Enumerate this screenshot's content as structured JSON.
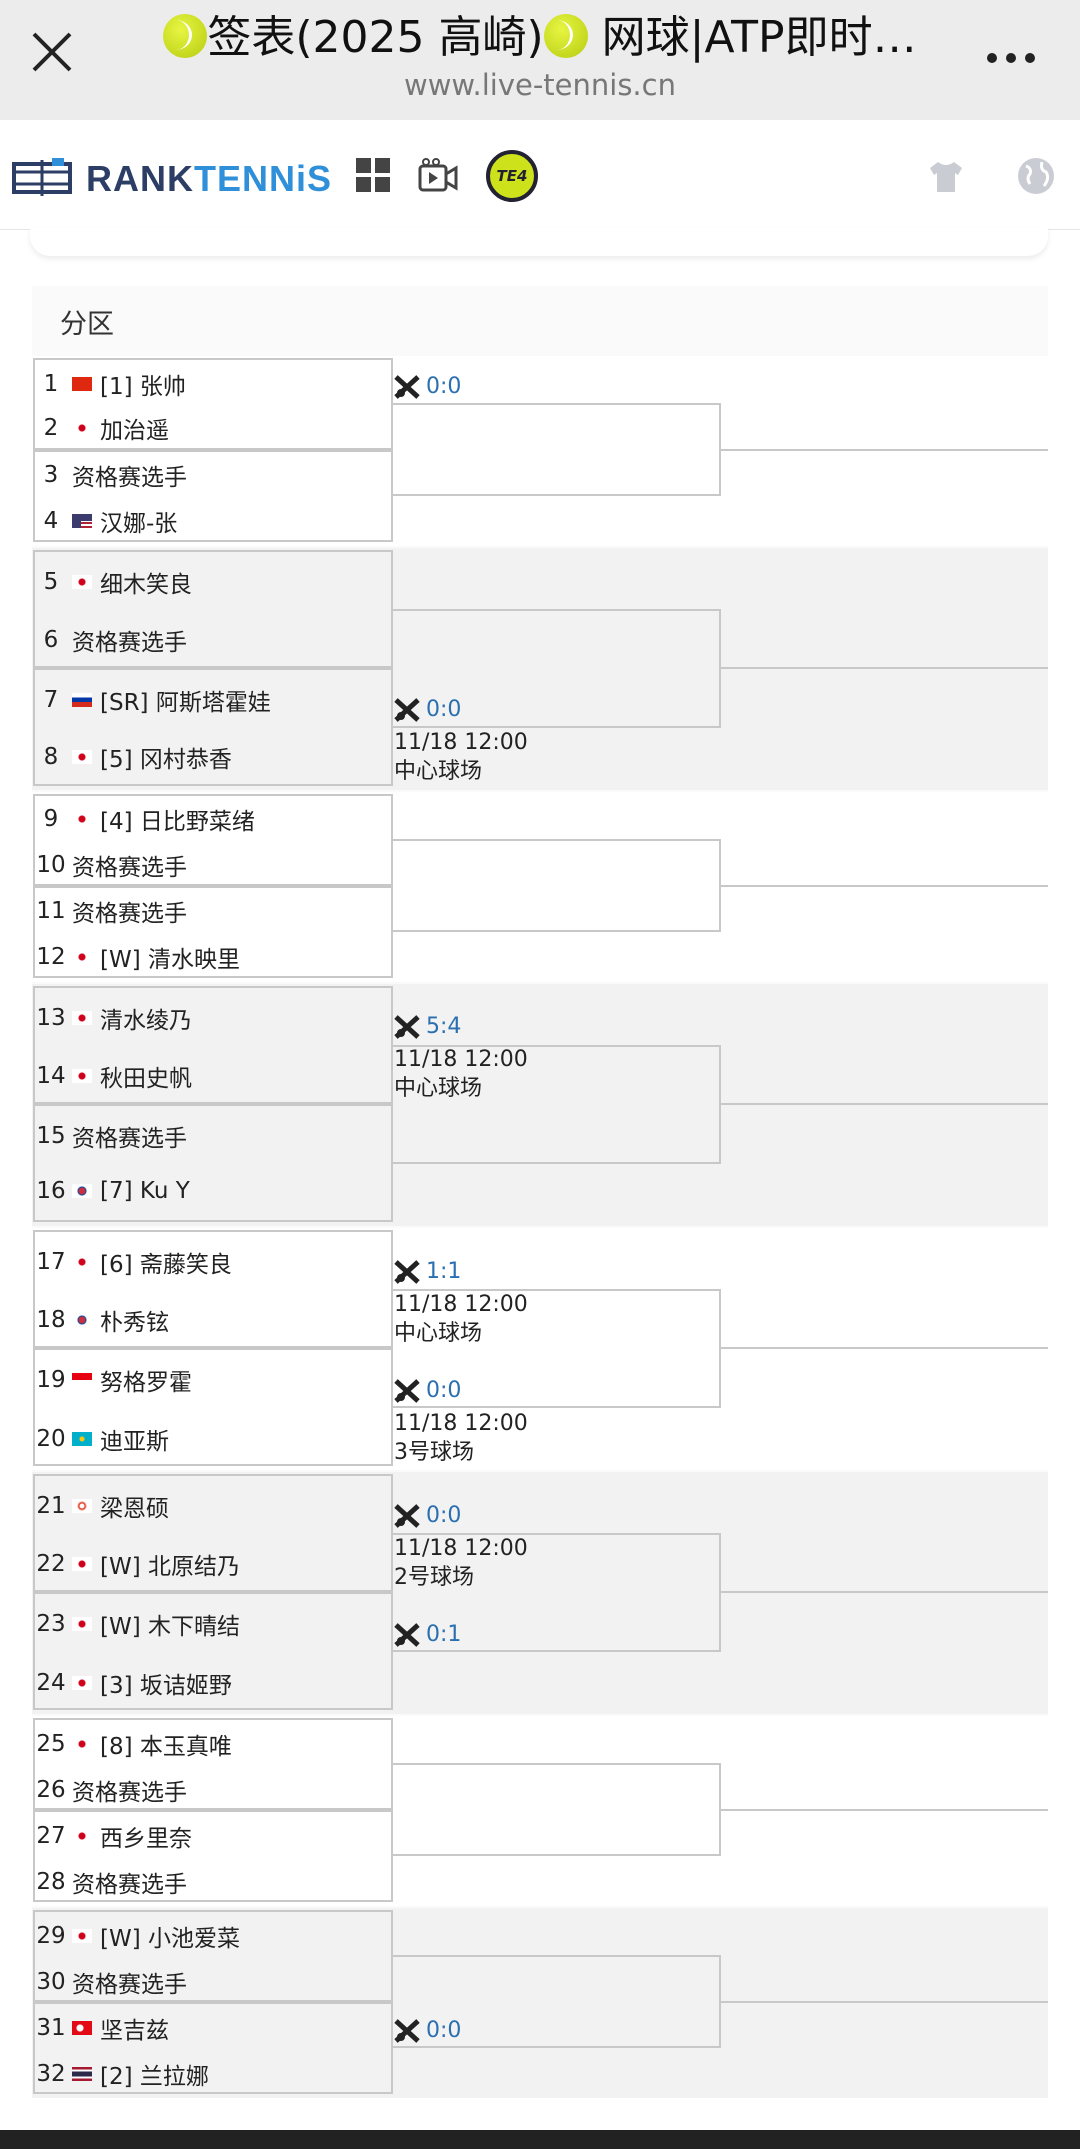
{
  "browser": {
    "title_prefix": "签表(2025 高崎)",
    "title_mid": " 网球|ATP即时…",
    "url": "www.live-tennis.cn",
    "close_icon": "close-icon",
    "more_icon": "more-icon"
  },
  "site": {
    "logo_part1": "RANK",
    "logo_part2": "TENNiS",
    "te4_label": "TE4",
    "accent": "#2f8fd8",
    "logo_dark": "#2d3e66"
  },
  "section": {
    "title": "分区"
  },
  "players": [
    {
      "num": "1",
      "flag": "cn",
      "name": "[1] 张帅"
    },
    {
      "num": "2",
      "flag": "jp",
      "name": "加治遥"
    },
    {
      "num": "3",
      "flag": "",
      "name": "资格赛选手"
    },
    {
      "num": "4",
      "flag": "us",
      "name": "汉娜-张"
    },
    {
      "num": "5",
      "flag": "jp",
      "name": "细木笑良"
    },
    {
      "num": "6",
      "flag": "",
      "name": "资格赛选手"
    },
    {
      "num": "7",
      "flag": "ru",
      "name": "[SR] 阿斯塔霍娃"
    },
    {
      "num": "8",
      "flag": "jp",
      "name": "[5] 冈村恭香"
    },
    {
      "num": "9",
      "flag": "jp",
      "name": "[4] 日比野菜绪"
    },
    {
      "num": "10",
      "flag": "",
      "name": "资格赛选手"
    },
    {
      "num": "11",
      "flag": "",
      "name": "资格赛选手"
    },
    {
      "num": "12",
      "flag": "jp",
      "name": "[W] 清水映里"
    },
    {
      "num": "13",
      "flag": "jp",
      "name": "清水绫乃"
    },
    {
      "num": "14",
      "flag": "jp",
      "name": "秋田史帆"
    },
    {
      "num": "15",
      "flag": "",
      "name": "资格赛选手"
    },
    {
      "num": "16",
      "flag": "kr",
      "name": "[7] Ku Y"
    },
    {
      "num": "17",
      "flag": "jp",
      "name": "[6] 斋藤笑良"
    },
    {
      "num": "18",
      "flag": "kr",
      "name": "朴秀铉"
    },
    {
      "num": "19",
      "flag": "id",
      "name": "努格罗霍"
    },
    {
      "num": "20",
      "flag": "kz",
      "name": "迪亚斯"
    },
    {
      "num": "21",
      "flag": "hk",
      "name": "梁恩硕"
    },
    {
      "num": "22",
      "flag": "jp",
      "name": "[W] 北原结乃"
    },
    {
      "num": "23",
      "flag": "jp",
      "name": "[W] 木下晴结"
    },
    {
      "num": "24",
      "flag": "jp",
      "name": "[3] 坂诘姬野"
    },
    {
      "num": "25",
      "flag": "jp",
      "name": "[8] 本玉真唯"
    },
    {
      "num": "26",
      "flag": "",
      "name": "资格赛选手"
    },
    {
      "num": "27",
      "flag": "jp",
      "name": "西乡里奈"
    },
    {
      "num": "28",
      "flag": "",
      "name": "资格赛选手"
    },
    {
      "num": "29",
      "flag": "jp",
      "name": "[W] 小池爱菜"
    },
    {
      "num": "30",
      "flag": "",
      "name": "资格赛选手"
    },
    {
      "num": "31",
      "flag": "tr",
      "name": "坚吉兹"
    },
    {
      "num": "32",
      "flag": "th",
      "name": "[2] 兰拉娜"
    }
  ],
  "matches": [
    {
      "score": "0:0"
    },
    {
      "score": "0:0",
      "time": "11/18 12:00",
      "court": "中心球场"
    },
    {
      "score": "5:4",
      "time": "11/18 12:00",
      "court": "中心球场"
    },
    {
      "score": "1:1",
      "time": "11/18 12:00",
      "court": "中心球场"
    },
    {
      "score": "0:0",
      "time": "11/18 12:00",
      "court": "3号球场"
    },
    {
      "score": "0:0",
      "time": "11/18 12:00",
      "court": "2号球场"
    },
    {
      "score": "0:1"
    },
    {
      "score": "0:0"
    }
  ],
  "colors": {
    "score": "#2a6fb0",
    "border": "#c8c8c8"
  }
}
